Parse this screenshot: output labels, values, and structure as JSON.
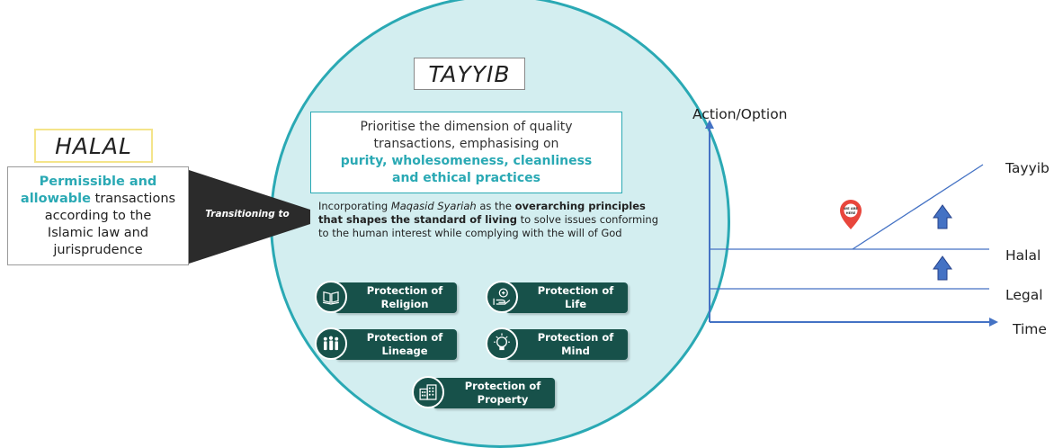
{
  "halal": {
    "title": "HALAL",
    "text_teal_1": "Permissible and",
    "text_teal_2": "allowable",
    "text_rest_2": " transactions",
    "line_3": "according to the",
    "line_4": "Islamic law and",
    "line_5": "jurisprudence"
  },
  "transition_label": "Transitioning to",
  "tayyib": {
    "title": "TAYYIB",
    "quality_line_1": "Prioritise the dimension of quality",
    "quality_line_2": "transactions, emphasising on",
    "quality_teal_1": "purity, wholesomeness, cleanliness",
    "quality_teal_2": "and ethical practices",
    "maqasid_prefix": "Incorporating ",
    "maqasid_italic": "Maqasid Syariah",
    "maqasid_mid": " as the ",
    "maqasid_bold": "overarching principles that shapes the standard of living",
    "maqasid_suffix": " to solve issues conforming to the human interest while complying with the will of God"
  },
  "protections": [
    {
      "line1": "Protection of",
      "line2": "Religion",
      "icon": "quran-book-icon"
    },
    {
      "line1": "Protection of",
      "line2": "Life",
      "icon": "hand-heart-icon"
    },
    {
      "line1": "Protection of",
      "line2": "Lineage",
      "icon": "family-icon"
    },
    {
      "line1": "Protection of",
      "line2": "Mind",
      "icon": "lightbulb-icon"
    },
    {
      "line1": "Protection of",
      "line2": "Property",
      "icon": "building-icon"
    }
  ],
  "chart": {
    "y_label": "Action/Option",
    "x_label": "Time",
    "levels": [
      "Tayyib",
      "Halal",
      "Legal"
    ],
    "marker_text": "WE ARE HERE",
    "colors": {
      "line": "#4472c4",
      "arrow": "#4472c4",
      "marker": "#e8463c"
    }
  },
  "colors": {
    "teal": "#2aa9b4",
    "dark_green": "#17514a",
    "circle_fill": "#d3eef0"
  }
}
